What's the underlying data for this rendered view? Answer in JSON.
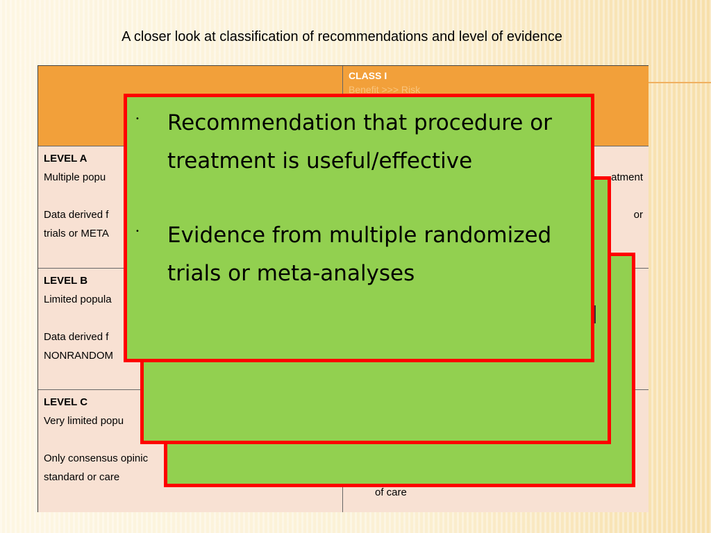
{
  "slide": {
    "title": "A closer look at classification of recommendations and level of evidence"
  },
  "table": {
    "header": {
      "class_label": "CLASS I",
      "class_sub": "Benefit >>> Risk"
    },
    "rows": [
      {
        "level": "LEVEL A",
        "line1": "Multiple popu",
        "line2": "Data derived f",
        "line3": "trials or META",
        "right1": "atment",
        "right2": "or"
      },
      {
        "level": "LEVEL B",
        "line1": "Limited popula",
        "line2": "Data derived f",
        "line3": "NONRANDOM"
      },
      {
        "level": "LEVEL C",
        "line1": "Very limited popu",
        "line2": "Only consensus opinic",
        "line3": "standard or care",
        "right_bottom": "of care"
      }
    ]
  },
  "overlay": {
    "bullet_1": "Recommendation that procedure or treatment is useful/effective",
    "bullet_2": "Evidence from multiple randomized trials or meta-analyses",
    "bullet_symbol": "•"
  },
  "colors": {
    "header_orange": "#f2a03a",
    "row_pink": "#f8e1d3",
    "box_green": "#92d050",
    "box_border_red": "#ff0000"
  }
}
